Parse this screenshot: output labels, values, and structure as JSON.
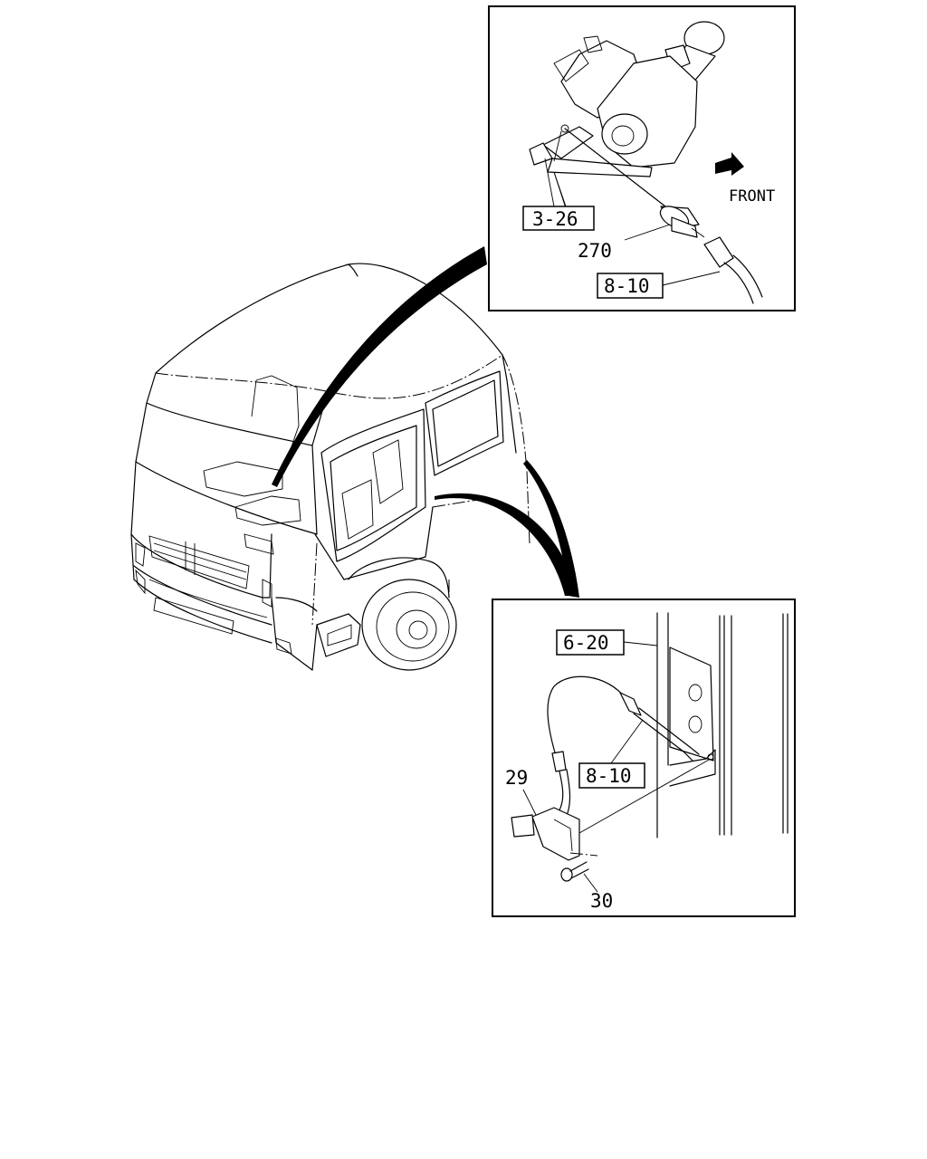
{
  "labels": {
    "ref_3_26": "3-26",
    "part_270": "270",
    "ref_8_10_top": "8-10",
    "front": "FRONT",
    "ref_6_20": "6-20",
    "ref_8_10_bottom": "8-10",
    "part_29": "29",
    "part_30": "30"
  }
}
